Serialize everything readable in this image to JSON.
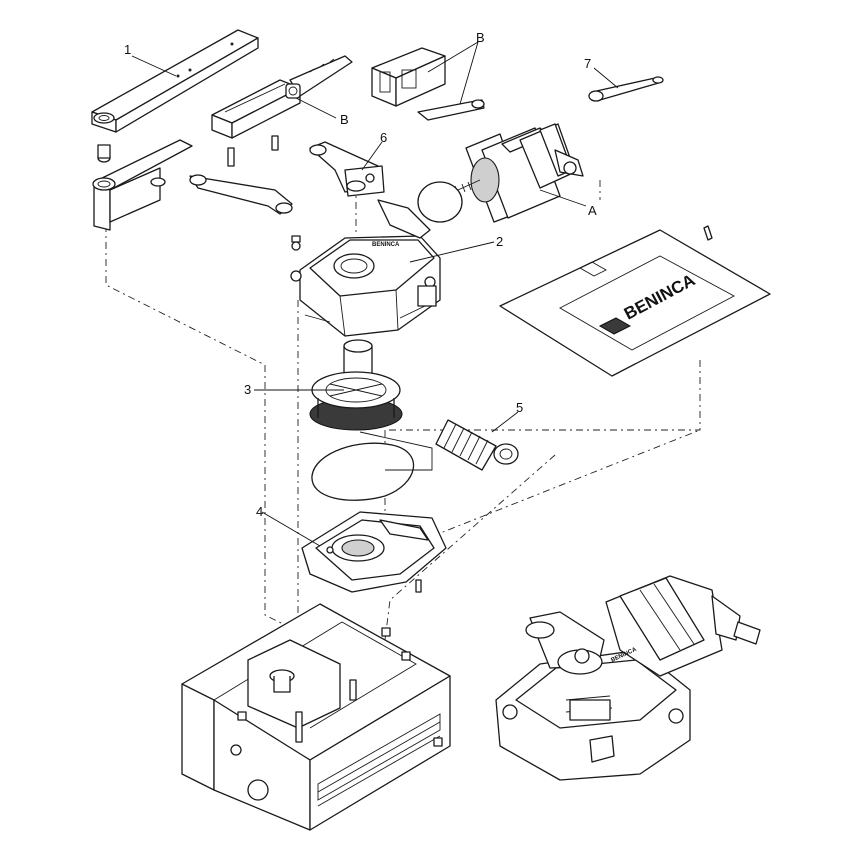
{
  "diagram": {
    "brand_text": "BENINCA",
    "brand_small": "BENINCA",
    "callouts": [
      {
        "id": "label-1",
        "text": "1"
      },
      {
        "id": "label-b-top",
        "text": "B"
      },
      {
        "id": "label-b-mid",
        "text": "B"
      },
      {
        "id": "label-7",
        "text": "7"
      },
      {
        "id": "label-6",
        "text": "6"
      },
      {
        "id": "label-a",
        "text": "A"
      },
      {
        "id": "label-2",
        "text": "2"
      },
      {
        "id": "label-3",
        "text": "3"
      },
      {
        "id": "label-5",
        "text": "5"
      },
      {
        "id": "label-4",
        "text": "4"
      }
    ]
  }
}
